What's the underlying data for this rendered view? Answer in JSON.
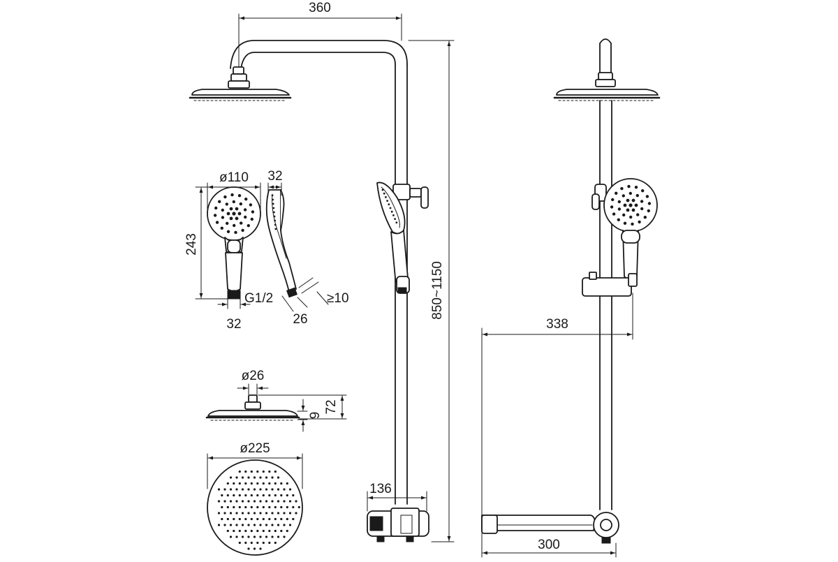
{
  "diagram": {
    "views": [
      "front-view",
      "side-view",
      "hand-shower-front",
      "hand-shower-side",
      "rain-shower-side",
      "rain-shower-top"
    ],
    "dimensions": {
      "arm_reach": "360",
      "height_range": "850~1150",
      "hand_shower_diameter": "ø110",
      "hand_shower_depth": "32",
      "hand_shower_length": "243",
      "hand_connection": "G1/2",
      "hand_connection_width": "32",
      "hand_min_gap": "≥10",
      "hand_side_connector": "26",
      "rain_connector": "ø26",
      "rain_head_thickness": "9",
      "rain_head_height": "72",
      "rain_head_diameter": "ø225",
      "mixer_width": "136",
      "side_reach": "338",
      "mixer_depth": "300"
    }
  }
}
